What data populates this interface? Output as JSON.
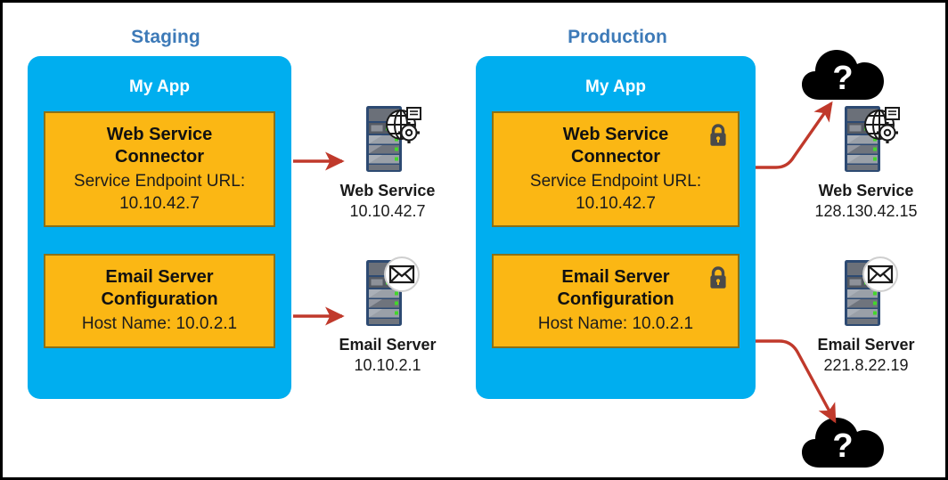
{
  "diagram": {
    "title_color": "#3d7ab8",
    "panel_color": "#00aeef",
    "card_color": "#fbb714",
    "arrow_color": "#c0392b",
    "lock_color": "#4a4a4a",
    "cloud_color": "#000000"
  },
  "environments": [
    {
      "id": "staging",
      "title": "Staging",
      "app_name": "My App",
      "locked": false,
      "cards": [
        {
          "id": "web-service-connector",
          "title": "Web Service\nConnector",
          "subtitle": "Service Endpoint URL:\n10.10.42.7",
          "field_label": "Service Endpoint URL:",
          "field_value": "10.10.42.7",
          "lock": false
        },
        {
          "id": "email-server-configuration",
          "title": "Email Server\nConfiguration",
          "subtitle": "Host Name: 10.0.2.1",
          "field_label": "Host Name:",
          "field_value": "10.0.2.1",
          "lock": false
        }
      ],
      "targets": [
        {
          "id": "web-service",
          "icon": "server-globe-gear-icon",
          "caption": "Web Service",
          "ip": "10.10.42.7",
          "cloud": false
        },
        {
          "id": "email-server",
          "icon": "server-envelope-icon",
          "caption": "Email Server",
          "ip": "10.10.2.1",
          "cloud": false
        }
      ]
    },
    {
      "id": "production",
      "title": "Production",
      "app_name": "My App",
      "locked": true,
      "cards": [
        {
          "id": "web-service-connector",
          "title": "Web Service\nConnector",
          "subtitle": "Service Endpoint URL:\n10.10.42.7",
          "field_label": "Service Endpoint URL:",
          "field_value": "10.10.42.7",
          "lock": true
        },
        {
          "id": "email-server-configuration",
          "title": "Email Server\nConfiguration",
          "subtitle": "Host Name: 10.0.2.1",
          "field_label": "Host Name:",
          "field_value": "10.0.2.1",
          "lock": true
        }
      ],
      "targets": [
        {
          "id": "web-service",
          "icon": "server-globe-gear-icon",
          "caption": "Web Service",
          "ip": "128.130.42.15",
          "cloud": true,
          "cloud_label": "?"
        },
        {
          "id": "email-server",
          "icon": "server-envelope-icon",
          "caption": "Email Server",
          "ip": "221.8.22.19",
          "cloud": true,
          "cloud_label": "?"
        }
      ]
    }
  ],
  "clouds": {
    "top_label": "?",
    "bottom_label": "?"
  }
}
